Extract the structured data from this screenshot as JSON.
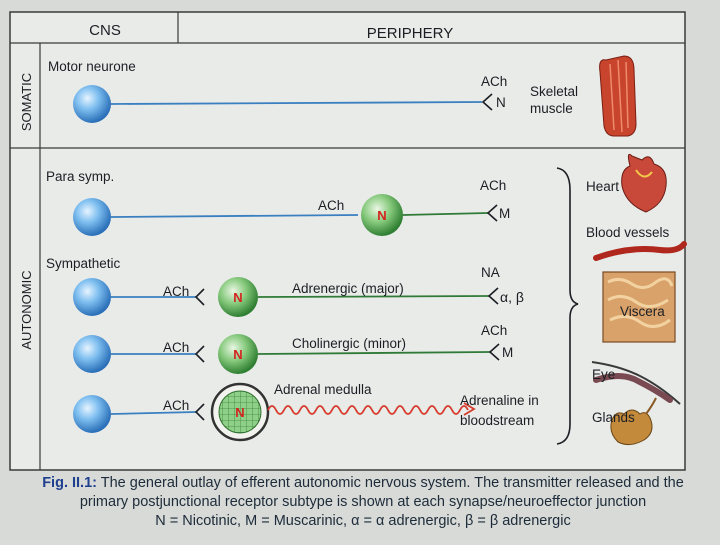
{
  "headers": {
    "cns": "CNS",
    "periphery": "PERIPHERY"
  },
  "sections": {
    "somatic": "SOMATIC",
    "autonomic": "AUTONOMIC"
  },
  "rows": {
    "motor": {
      "label": "Motor neurone",
      "transmitter": "ACh",
      "receptor": "N"
    },
    "parasymp": {
      "label": "Para symp.",
      "pre_transmitter": "ACh",
      "ganglion": "N",
      "post_transmitter": "ACh",
      "receptor": "M"
    },
    "sympathetic": {
      "label": "Sympathetic"
    },
    "adrenergic": {
      "pre_transmitter": "ACh",
      "ganglion": "N",
      "fiber_label": "Adrenergic (major)",
      "post_transmitter": "NA",
      "receptor": "α, β"
    },
    "cholinergic": {
      "pre_transmitter": "ACh",
      "ganglion": "N",
      "fiber_label": "Cholinergic (minor)",
      "post_transmitter": "ACh",
      "receptor": "M"
    },
    "adrenal": {
      "pre_transmitter": "ACh",
      "gland_label": "Adrenal medulla",
      "release_line1": "Adrenaline in",
      "release_line2": "bloodstream"
    }
  },
  "effectors": {
    "skeletal_line1": "Skeletal",
    "skeletal_line2": "muscle",
    "heart": "Heart",
    "blood_vessels": "Blood vessels",
    "viscera": "Viscera",
    "eye": "Eye",
    "glands": "Glands"
  },
  "caption": {
    "fig_label": "Fig. II.1:",
    "line1": "The general outlay of efferent autonomic nervous system. The transmitter released and the",
    "line2": "primary postjunctional receptor subtype is shown at each synapse/neuroeffector junction",
    "line3": "N = Nicotinic,   M = Muscarinic,   α = α adrenergic,   β = β adrenergic"
  },
  "colors": {
    "neuron": "#3f8fd8",
    "ganglion": "#3f9a3f",
    "nerve_blue": "#3a7fc0",
    "nerve_green": "#2f7a36",
    "adrenaline": "#d63a2a",
    "frame": "#333"
  }
}
